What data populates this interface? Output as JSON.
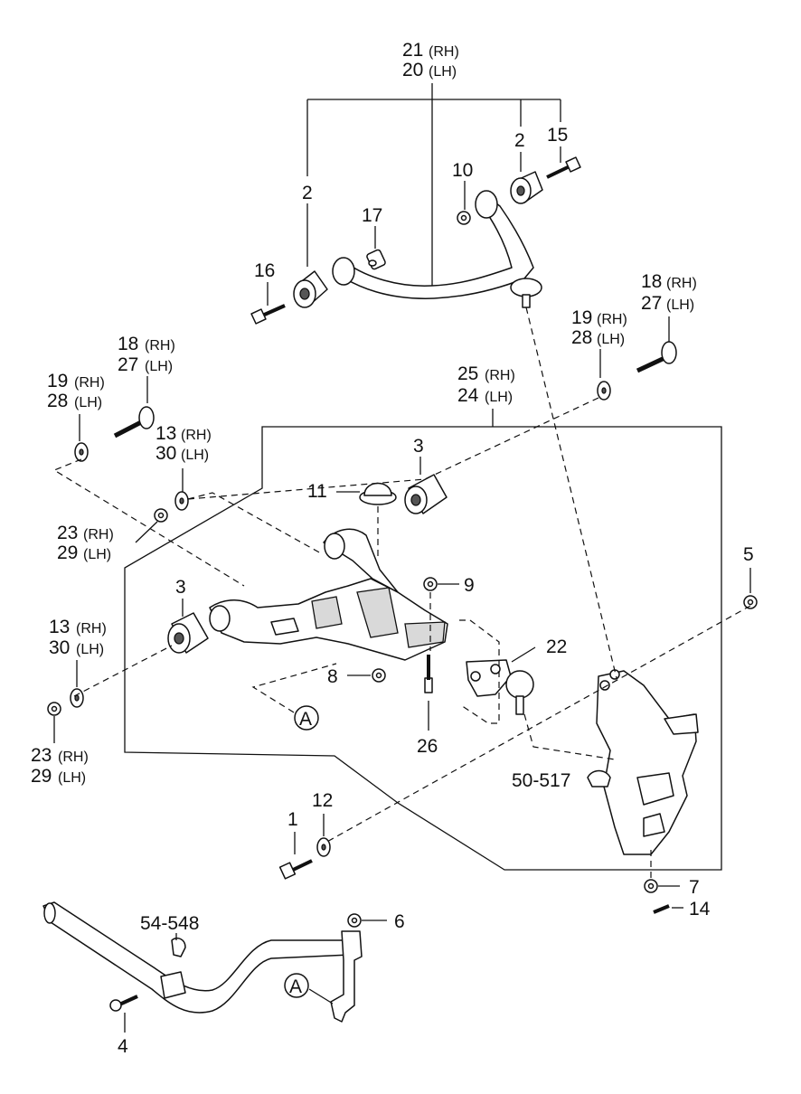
{
  "labels": {
    "p21": "21",
    "rh": "(RH)",
    "lh": "(LH)",
    "p20": "20",
    "p2a": "2",
    "p2b": "2",
    "p15": "15",
    "p10": "10",
    "p17": "17",
    "p16": "16",
    "p18a": "18",
    "p27a": "27",
    "p19a": "19",
    "p28a": "28",
    "p18b": "18",
    "p27b": "27",
    "p19b": "19",
    "p28b": "28",
    "p25": "25",
    "p24": "24",
    "p13a": "13",
    "p30a": "30",
    "p3a": "3",
    "p11": "11",
    "p23a": "23",
    "p29a": "29",
    "p3b": "3",
    "p9": "9",
    "p5": "5",
    "p13b": "13",
    "p30b": "30",
    "p22": "22",
    "p8": "8",
    "pA1": "A",
    "p23b": "23",
    "p29b": "29",
    "p26": "26",
    "p50": "50-517",
    "p12": "12",
    "p1": "1",
    "p7": "7",
    "p14": "14",
    "p54": "54-548",
    "p6": "6",
    "pA2": "A",
    "p4": "4"
  }
}
